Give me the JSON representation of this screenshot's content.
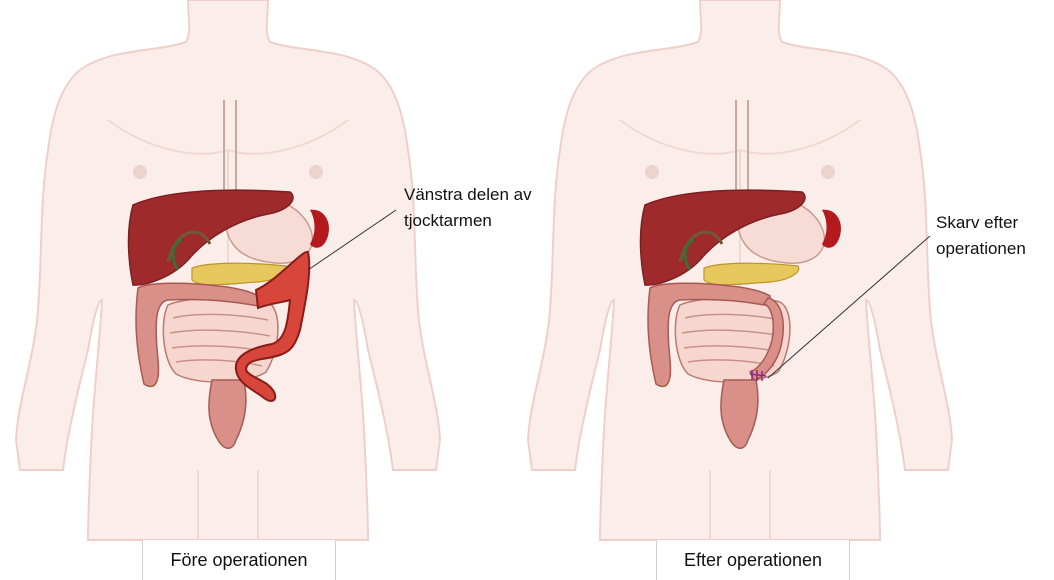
{
  "panels": [
    {
      "caption": "Före operationen",
      "annotation": [
        "Vänstra delen av",
        "tjocktarmen"
      ]
    },
    {
      "caption": "Efter operationen",
      "annotation": [
        "Skarv efter",
        "operationen"
      ]
    }
  ],
  "colors": {
    "body_fill": "#fbeeea",
    "body_stroke": "#f0cfc9",
    "liver": "#9e2a2c",
    "liver_dark": "#7d1f21",
    "stomach": "#f7dcd6",
    "spleen": "#b3191d",
    "pancreas": "#e8c85c",
    "intestine": "#f6d6cf",
    "intestine_stroke": "#b97a70",
    "colon": "#d99088",
    "colon_stroke": "#a85a52",
    "removed_colon": "#d8453b",
    "removed_colon_stroke": "#8a1c17",
    "suture": "#8a2a80"
  }
}
